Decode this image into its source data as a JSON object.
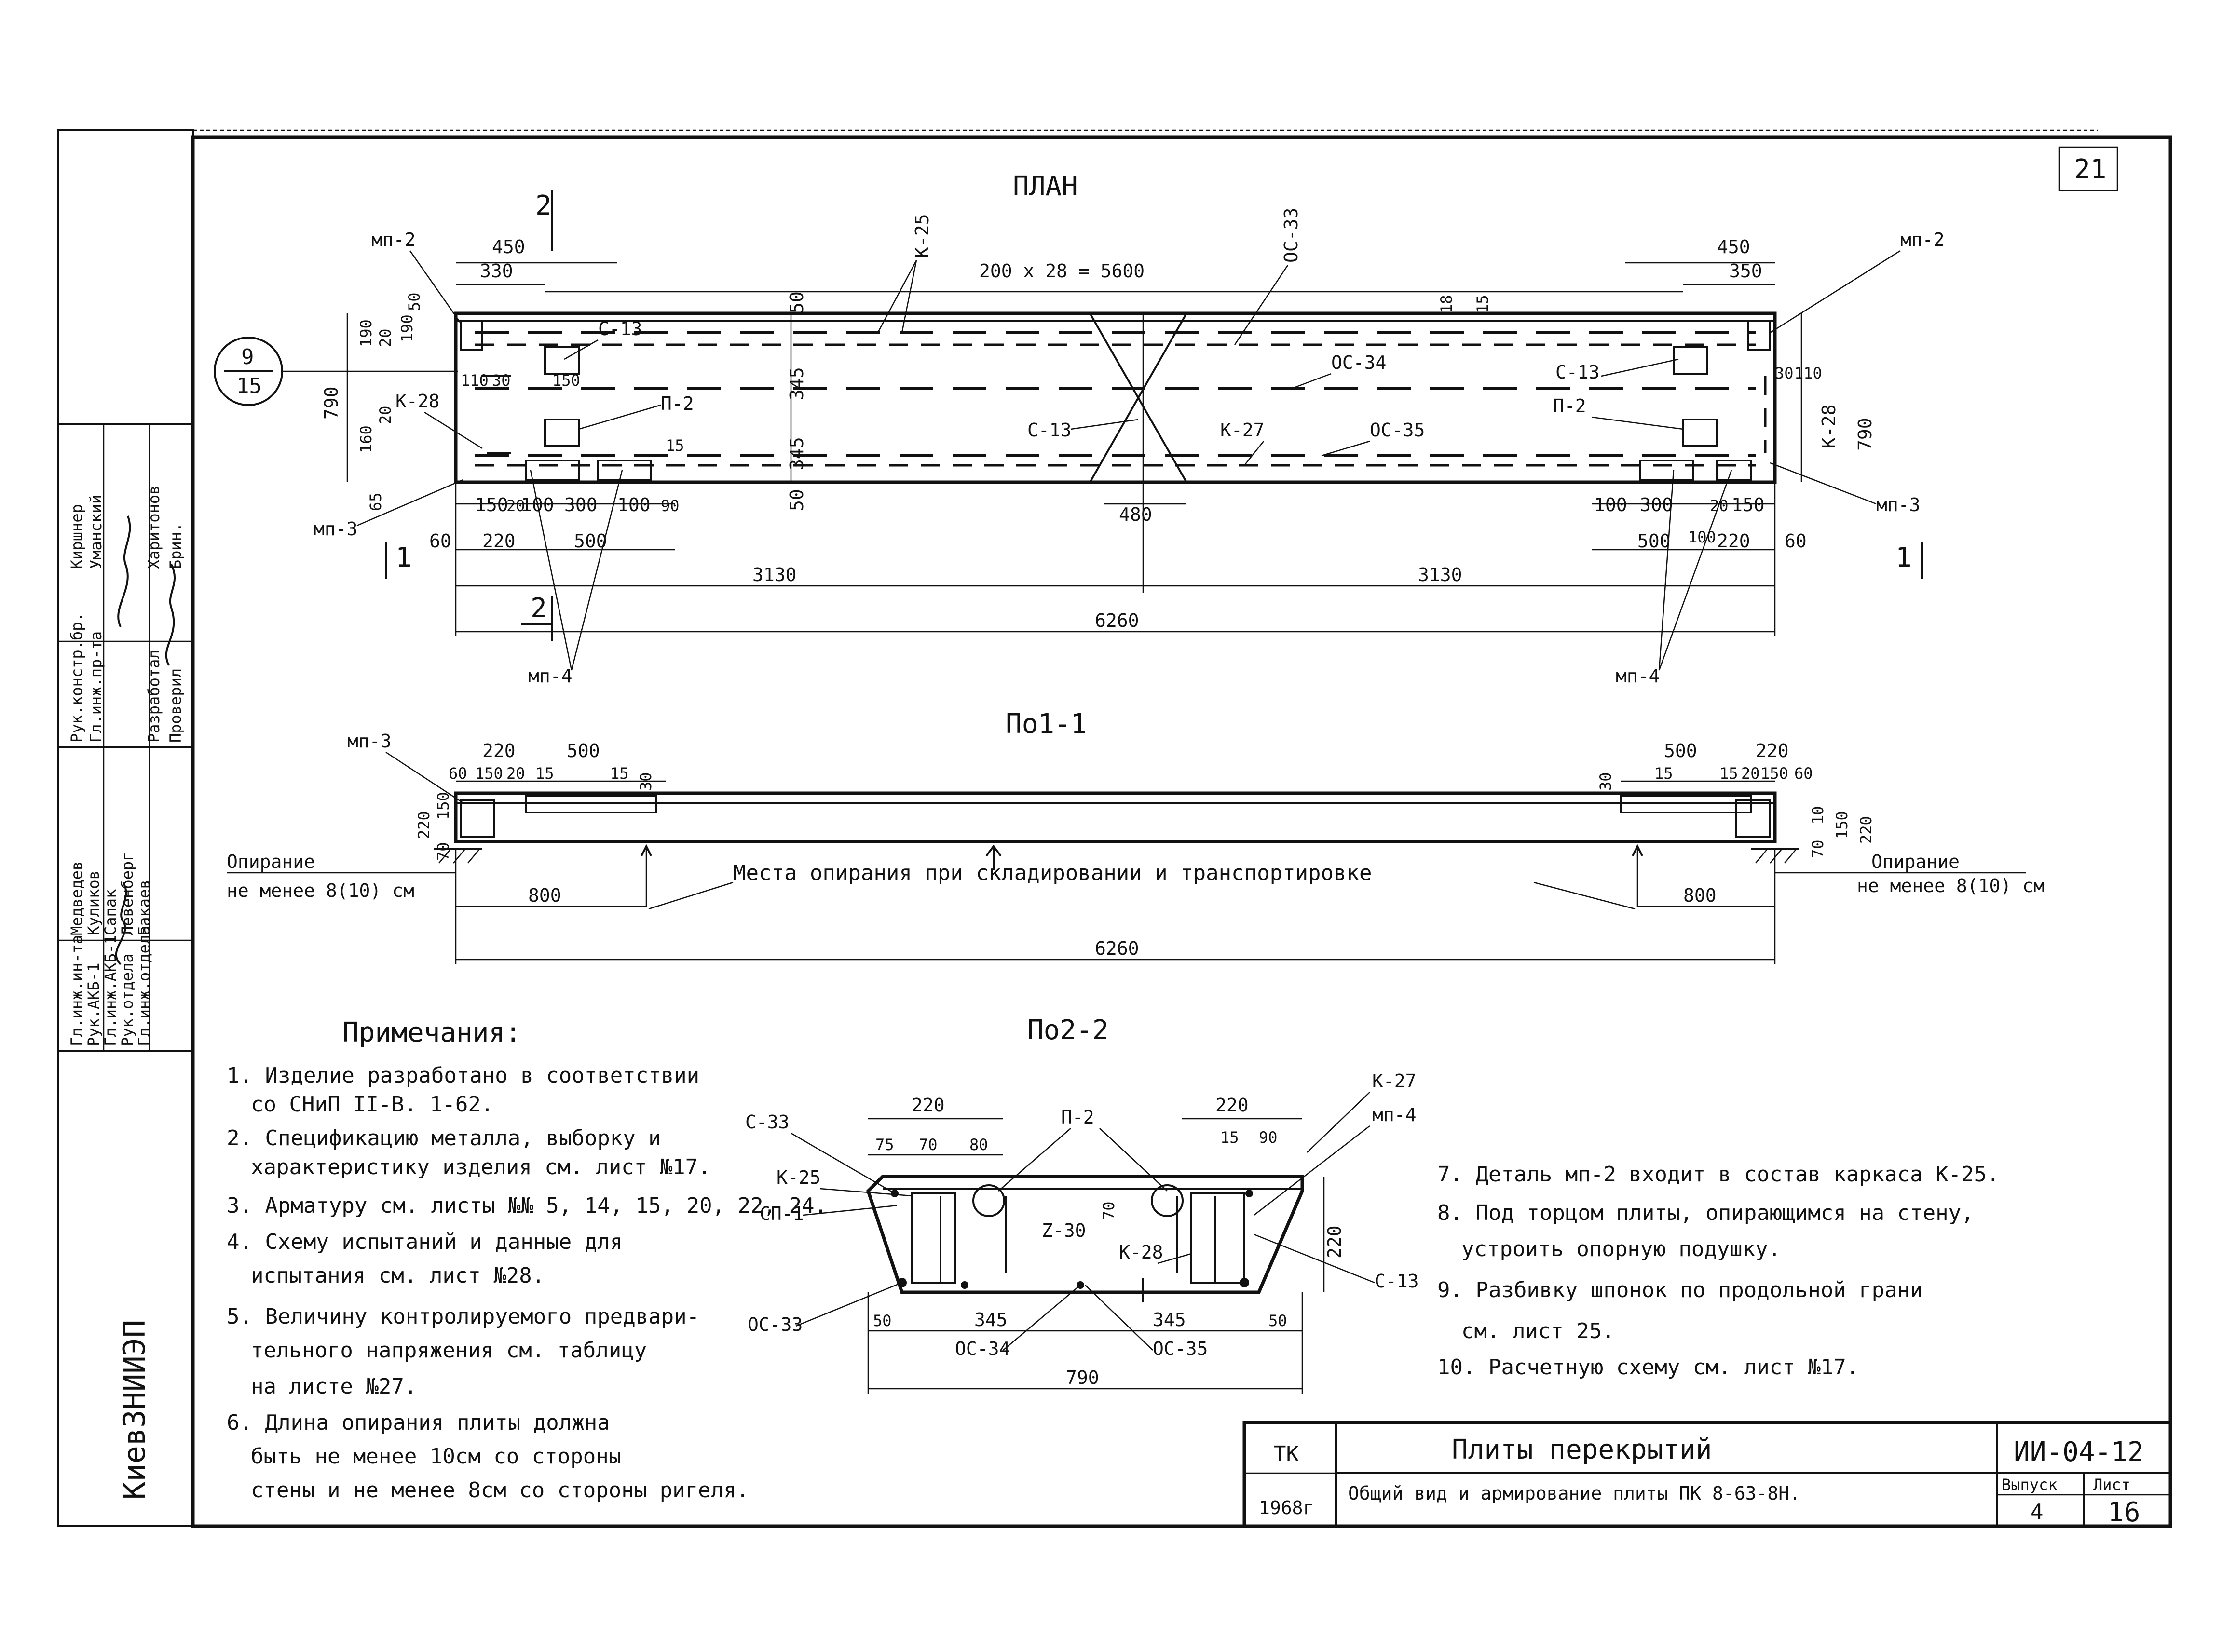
{
  "sheet_number_corner": "21",
  "title_plan": "ПЛАН",
  "title_section_1": "По1-1",
  "title_section_2": "По2-2",
  "section_mark_2": "2",
  "section_mark_1": "1",
  "callout_circle": {
    "top": "9",
    "bottom": "15"
  },
  "plan_labels": {
    "mp2": "мп-2",
    "mp3": "мп-3",
    "mp4": "мп-4",
    "k25": "К-25",
    "k27": "К-27",
    "k28": "К-28",
    "os33": "ОС-33",
    "os34": "ОС-34",
    "os35": "ОС-35",
    "s13": "С-13",
    "p2": "П-2"
  },
  "plan_dims": {
    "spacing": "200 х 28 = 5600",
    "d450": "450",
    "d330": "330",
    "d350": "350",
    "d790": "790",
    "d345": "345",
    "d50": "50",
    "d20": "20",
    "d190": "190",
    "d160": "160",
    "d65": "65",
    "d110": "110",
    "d30": "30",
    "d150": "150",
    "d220": "220",
    "d100": "100",
    "d300": "300",
    "d500": "500",
    "d60": "60",
    "d90": "90",
    "d15": "15",
    "d18": "18",
    "d480": "480",
    "d3130": "3130",
    "d6260": "6260"
  },
  "section1": {
    "support_left_1": "Опирание",
    "support_left_2": "не менее 8(10) см",
    "support_right_1": "Опирание",
    "support_right_2": "не менее 8(10) см",
    "storage_text": "Места опирания при складировании и транспортировке",
    "d800": "800",
    "d6260": "6260",
    "d220": "220",
    "d500": "500",
    "d60": "60",
    "d150": "150",
    "d20": "20",
    "d15": "15",
    "d30": "30",
    "d70": "70",
    "d10": "10",
    "mp3": "мп-3"
  },
  "section2": {
    "d220": "220",
    "d75": "75",
    "d70": "70",
    "d80": "80",
    "d15": "15",
    "d90": "90",
    "d345": "345",
    "d50": "50",
    "d790": "790",
    "d30": "Z-30",
    "labels": {
      "s33": "С-33",
      "k25": "К-25",
      "sp1": "СП-1",
      "os33": "ОС-33",
      "os34": "ОС-34",
      "os35": "ОС-35",
      "p2": "П-2",
      "k27": "К-27",
      "mp4": "мп-4",
      "k28": "К-28",
      "s13": "С-13"
    }
  },
  "notes_title": "Примечания:",
  "notes_left": [
    "1. Изделие разработано в соответствии",
    "со СНиП II-В. 1-62.",
    "2. Спецификацию металла, выборку и",
    "характеристику изделия см. лист №17.",
    "3. Арматуру см. листы №№ 5, 14, 15, 20, 22, 24.",
    "4. Схему испытаний и данные для",
    "испытания см. лист №28.",
    "5. Величину контролируемого предвари-",
    "тельного напряжения см. таблицу",
    "на листе №27.",
    "6. Длина опирания плиты должна",
    "быть не менее 10см со стороны",
    "стены и не менее 8см со стороны ригеля."
  ],
  "notes_right": [
    "7. Деталь мп-2 входит в состав каркаса К-25.",
    "8. Под торцом плиты, опирающимся на стену,",
    "устроить опорную подушку.",
    "9. Разбивку шпонок по продольной грани",
    "см. лист 25.",
    "10. Расчетную схему см. лист №17."
  ],
  "title_block": {
    "tk": "ТК",
    "year": "1968г",
    "title_1": "Плиты перекрытий",
    "title_2": "Общий вид и армирование плиты ПК 8-63-8Н.",
    "code": "ИИ-04-12",
    "issue_label": "Выпуск",
    "issue": "4",
    "sheet_label": "Лист",
    "sheet": "16"
  },
  "stamp": {
    "org": "КиевЗНИИЭП",
    "rows": [
      {
        "role": "Гл.инж.ин-та",
        "name": "Медведев"
      },
      {
        "role": "Рук.АКБ-1",
        "name": "Куликов"
      },
      {
        "role": "Гл.инж.АКБ-1",
        "name": "Сапак"
      },
      {
        "role": "Рук.отдела",
        "name": "Левенберг"
      },
      {
        "role": "Гл.инж.отдела",
        "name": "Бакаев"
      },
      {
        "role": "Рук.констр.бр.",
        "name": "Киршнер"
      },
      {
        "role": "Гл.инж.пр-та",
        "name": "Уманский"
      },
      {
        "role": "Разработал",
        "name": "Харитонов"
      },
      {
        "role": "Проверил",
        "name": "Брин."
      }
    ]
  }
}
